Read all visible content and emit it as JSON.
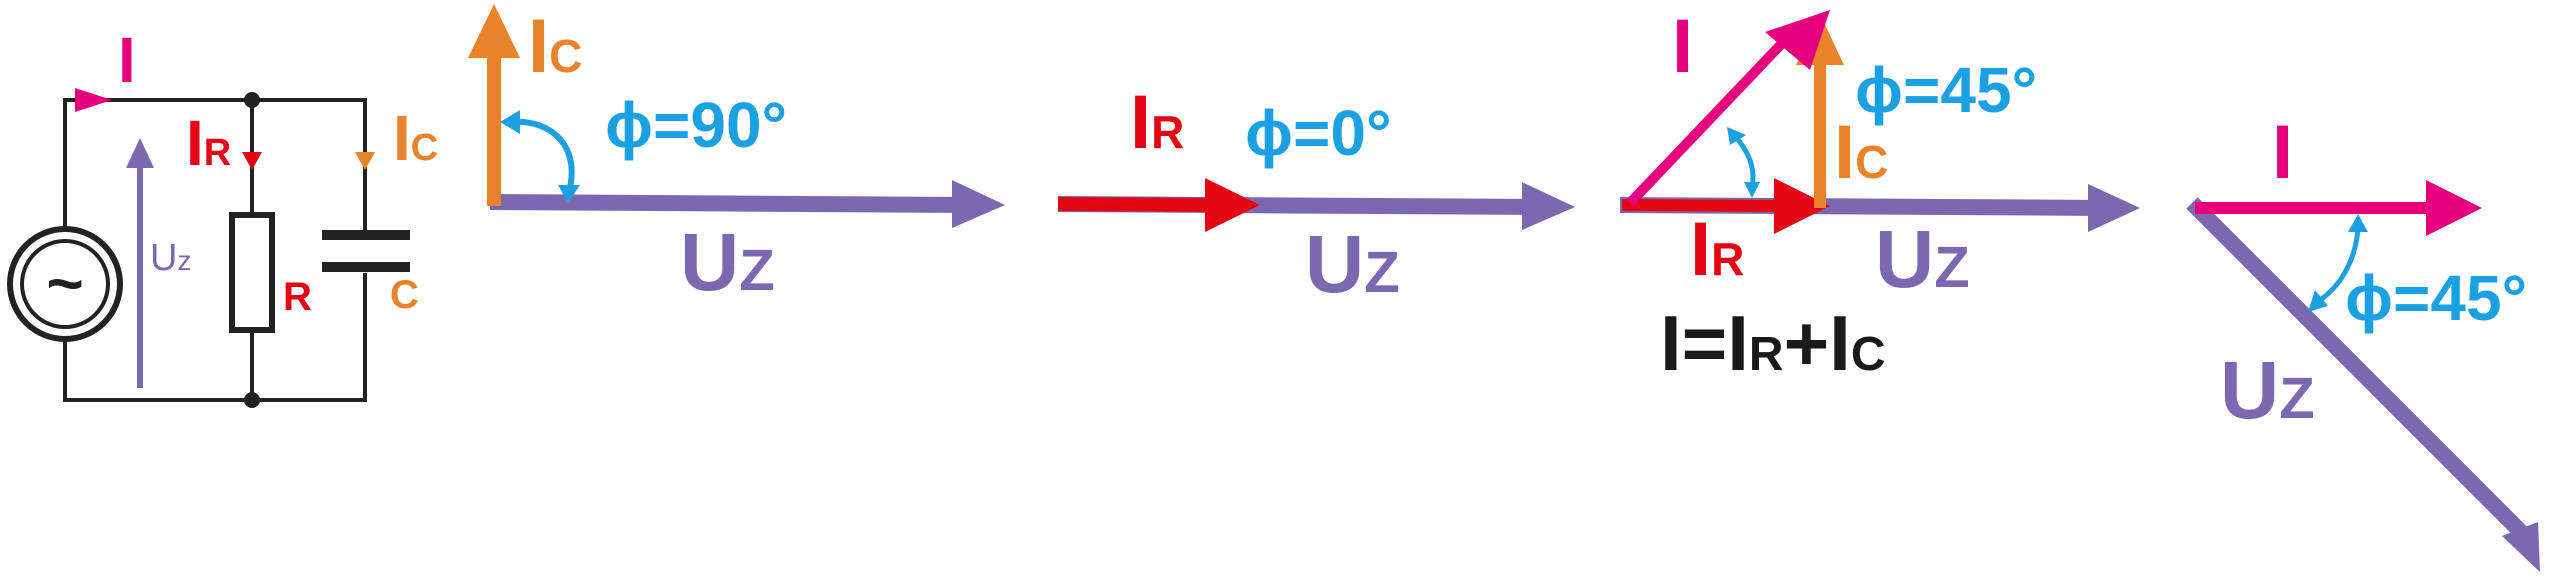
{
  "colors": {
    "voltage": "#7b68b0",
    "current": "#e6007e",
    "resistor_current": "#e30613",
    "capacitor_current": "#e8832a",
    "angle": "#1ba1e2",
    "wire": "#222222",
    "formula": "#1a1a1a"
  },
  "circuit": {
    "source_symbol": "~",
    "current_label": "I",
    "resistor_current": {
      "main": "I",
      "sub": "R"
    },
    "capacitor_current": {
      "main": "I",
      "sub": "C"
    },
    "voltage": {
      "main": "U",
      "sub": "z"
    },
    "resistor_label": "R",
    "capacitor_label": "C"
  },
  "capacitive_phasor": {
    "current": {
      "main": "I",
      "sub": "C"
    },
    "angle": "ϕ=90°",
    "voltage": {
      "main": "U",
      "sub": "Z"
    }
  },
  "resistive_phasor": {
    "current": {
      "main": "I",
      "sub": "R"
    },
    "angle": "ϕ=0°",
    "voltage": {
      "main": "U",
      "sub": "Z"
    }
  },
  "sum_phasor": {
    "total_current": "I",
    "capacitor_current": {
      "main": "I",
      "sub": "C"
    },
    "resistor_current": {
      "main": "I",
      "sub": "R"
    },
    "angle": "ϕ=45°",
    "voltage": {
      "main": "U",
      "sub": "Z"
    },
    "formula": {
      "lhs": "I",
      "eq": "=",
      "t1": "I",
      "t1sub": "R",
      "plus": "+",
      "t2": "I",
      "t2sub": "C"
    }
  },
  "rotated_phasor": {
    "current": "I",
    "angle": "ϕ=45°",
    "voltage": {
      "main": "U",
      "sub": "Z"
    }
  }
}
